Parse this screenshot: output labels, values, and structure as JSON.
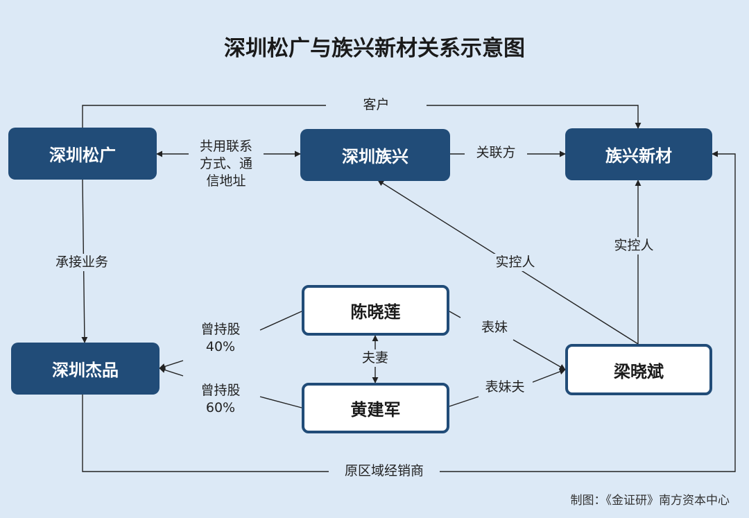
{
  "title": "深圳松广与族兴新材关系示意图",
  "nodes": {
    "songguang": "深圳松广",
    "shenzhen_zuxing": "深圳族兴",
    "zuxing_xincai": "族兴新材",
    "jiepin": "深圳杰品",
    "chen_xiaolian": "陈晓莲",
    "huang_jianjun": "黄建军",
    "liang_xiaobin": "梁晓斌"
  },
  "edges": {
    "customer": "客户",
    "shared_contact": [
      "共用联系",
      "方式、通",
      "信地址"
    ],
    "related_party": "关联方",
    "undertake_business": "承接业务",
    "controller_left": "实控人",
    "controller_right": "实控人",
    "share40_label": "曾持股",
    "share40_value": "40%",
    "share60_label": "曾持股",
    "share60_value": "60%",
    "spouse": "夫妻",
    "cousin": "表妹",
    "cousin_husband": "表妹夫",
    "former_distributor": "原区域经销商"
  },
  "colors": {
    "background": "#dce9f6",
    "node_dark": "#214c78",
    "line": "#222222"
  },
  "credit": "制图：《金证研》南方资本中心"
}
